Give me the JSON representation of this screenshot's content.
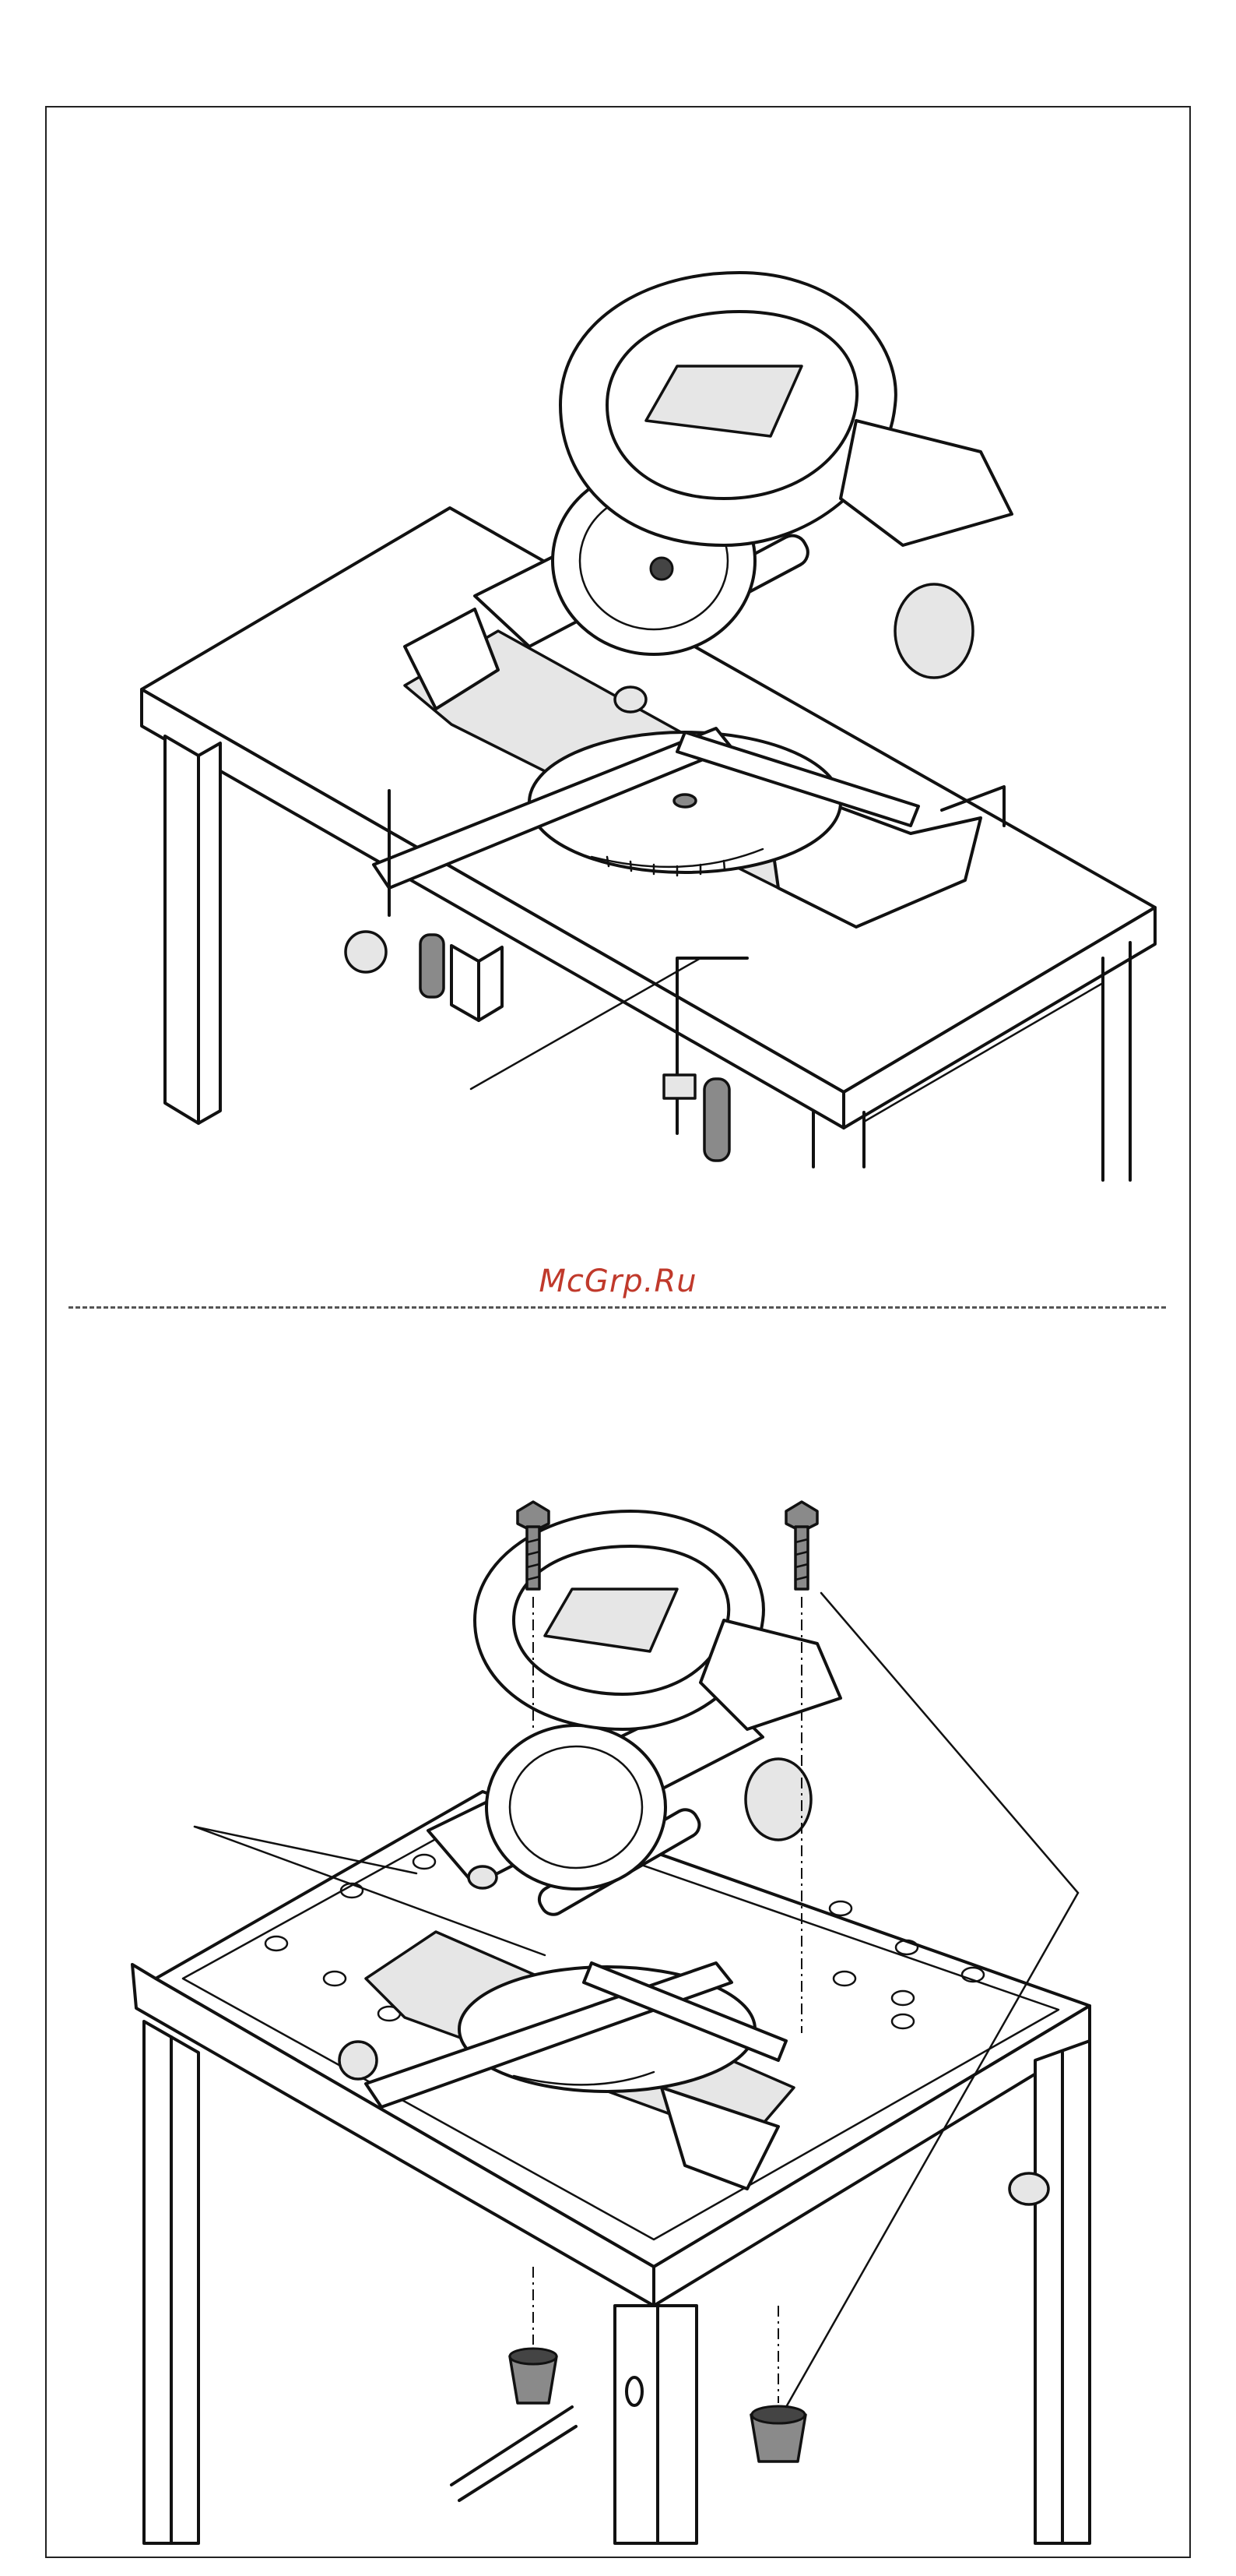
{
  "watermark": {
    "text": "McGrp.Ru",
    "color": "#c0392b"
  },
  "figures": [
    {
      "id": "mounting-on-table-with-clamps",
      "icon": "clamp-icon"
    },
    {
      "id": "mounting-on-workbench-with-bolts",
      "icon": "bolt-icon"
    }
  ]
}
